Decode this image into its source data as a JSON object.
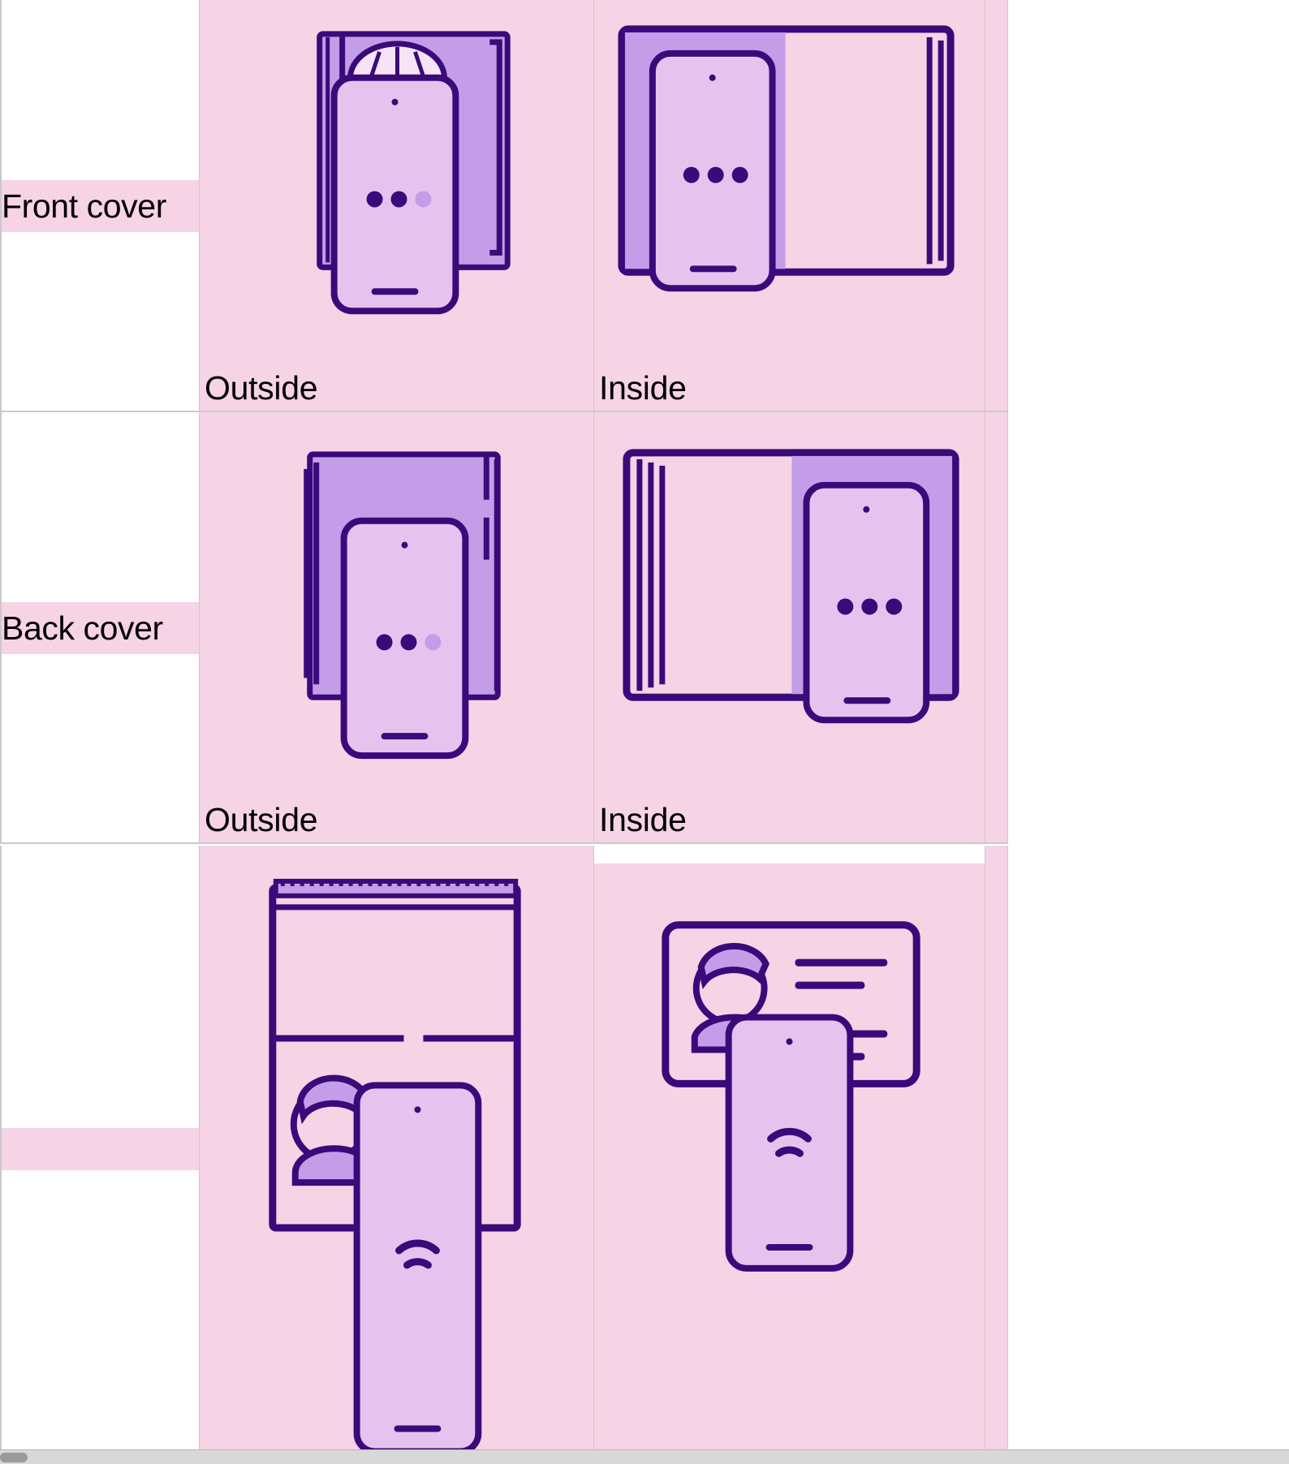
{
  "table": {
    "rows": [
      {
        "label": "Front cover",
        "label_visible": true,
        "cells": [
          {
            "caption": "Outside",
            "illustration": "passport-closed-front-with-phone"
          },
          {
            "caption": "Inside",
            "illustration": "passport-open-front-page-with-phone"
          }
        ]
      },
      {
        "label": "Back cover",
        "label_visible": true,
        "cells": [
          {
            "caption": "Outside",
            "illustration": "passport-closed-back-with-phone"
          },
          {
            "caption": "Inside",
            "illustration": "passport-open-back-page-with-phone"
          }
        ]
      },
      {
        "label": "",
        "label_visible": false,
        "cells": [
          {
            "caption": "",
            "illustration": "id-card-portrait-with-phone-nfc"
          },
          {
            "caption": "",
            "illustration": "id-card-landscape-with-phone-nfc"
          }
        ]
      }
    ]
  },
  "colors": {
    "cell_background": "#f6d3e5",
    "page_background": "#ffffff",
    "grid_line": "#c9c9c9",
    "ink": "#3a0a7a",
    "accent_purple": "#b48ae8",
    "screen_fill": "#e6c3ee",
    "page_light": "#f6d3e5",
    "label_highlight": "#f6d3e5",
    "text": "#000000",
    "scrollbar_track": "#d8d8d8",
    "scrollbar_thumb": "#9a9a9a"
  },
  "icons": {
    "phone": "phone-icon",
    "passport": "passport-icon",
    "id_card": "id-card-icon",
    "nfc_waves": "nfc-wave-icon",
    "person": "person-avatar-icon",
    "dots": "three-dots-icon"
  },
  "scrollbar": {
    "orientation": "horizontal"
  }
}
